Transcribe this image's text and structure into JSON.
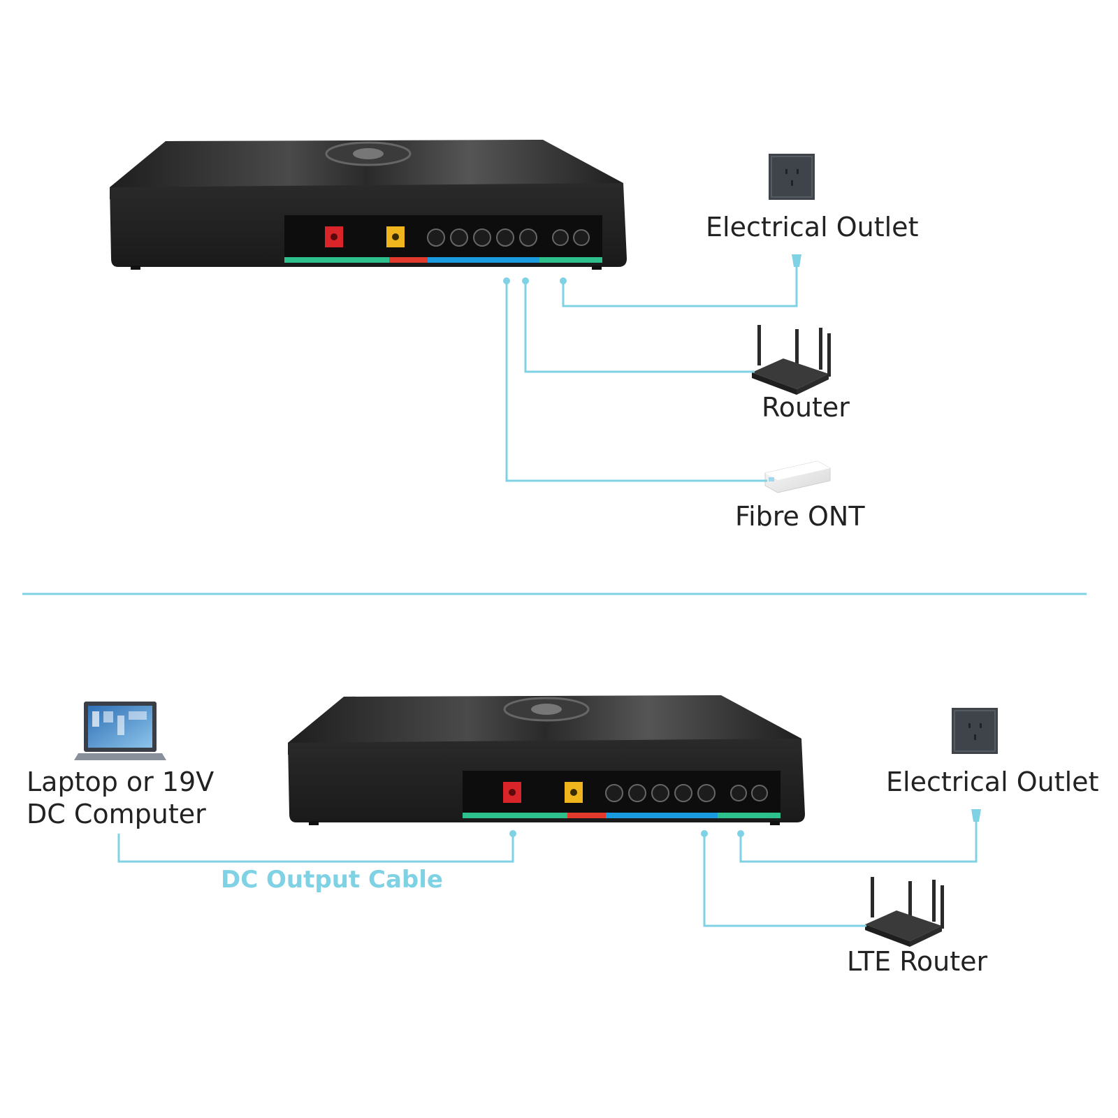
{
  "colors": {
    "cable": "#7fd1e4",
    "device_body": "#2b2b2b",
    "port_panel": "#111111",
    "strip_green": "#2ec08c",
    "strip_blue": "#1a9be0",
    "strip_red": "#e23b2e",
    "port_red": "#d9252a",
    "port_yellow": "#f0b41c",
    "outlet": "#3e4449",
    "text": "#222222"
  },
  "top": {
    "device_icon": "dc-ups-device-icon",
    "outlet_label": "Electrical Outlet",
    "outlet_icon": "wall-outlet-icon",
    "router_label": "Router",
    "router_icon": "wifi-router-icon",
    "ont_label": "Fibre ONT",
    "ont_icon": "fibre-ont-icon"
  },
  "bottom": {
    "device_icon": "dc-ups-device-icon",
    "laptop_label_line1": "Laptop or 19V",
    "laptop_label_line2": "DC Computer",
    "laptop_icon": "laptop-icon",
    "cable_label": "DC Output Cable",
    "outlet_label": "Electrical Outlet",
    "outlet_icon": "wall-outlet-icon",
    "router_label": "LTE Router",
    "router_icon": "wifi-router-icon"
  }
}
